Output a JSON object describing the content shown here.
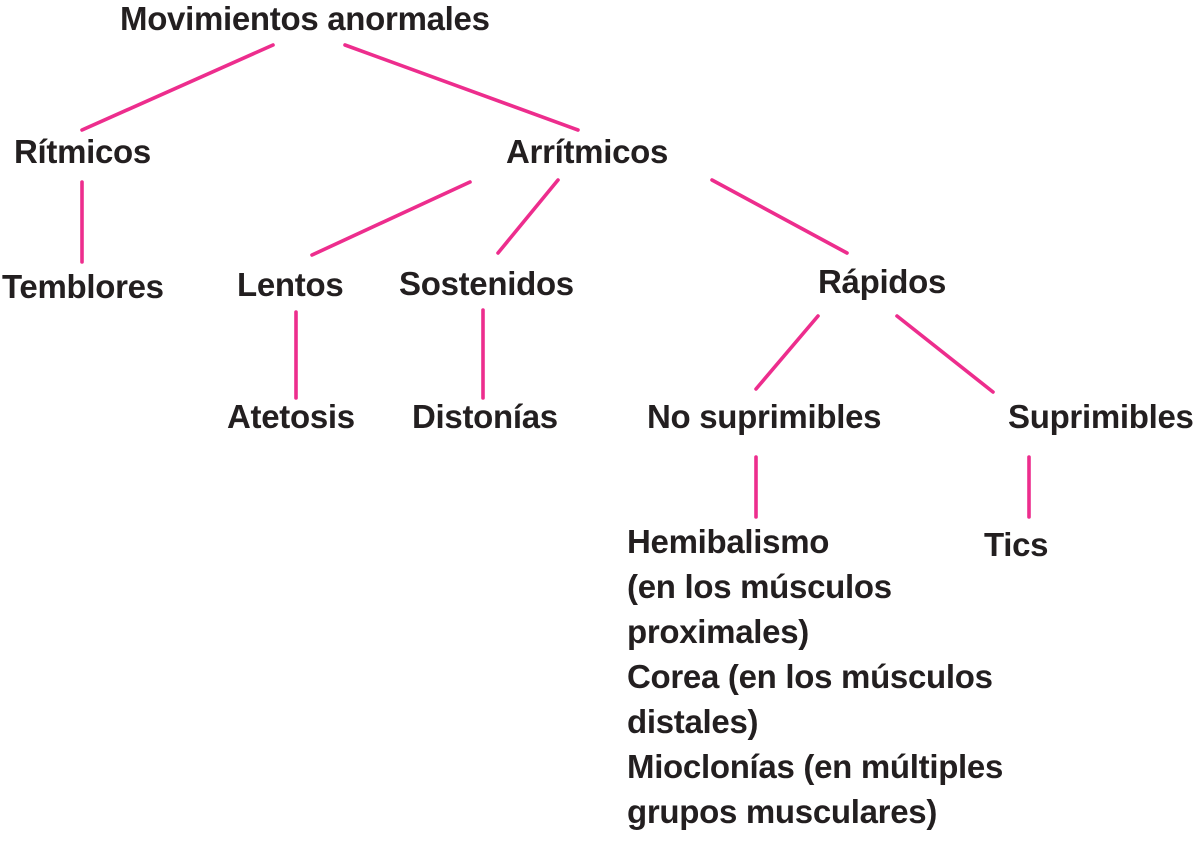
{
  "diagram": {
    "title": "Movimientos anormales",
    "colors": {
      "connector": "#ED2D8D",
      "text": "#231F20",
      "background": "#FFFFFF"
    },
    "nodes": {
      "root": "Movimientos anormales",
      "ritmicos": "Rítmicos",
      "arritmicos": "Arrítmicos",
      "temblores": "Temblores",
      "lentos": "Lentos",
      "sostenidos": "Sostenidos",
      "rapidos": "Rápidos",
      "atetosis": "Atetosis",
      "distonias": "Distonías",
      "no_suprimibles": "No suprimibles",
      "suprimibles": "Suprimibles",
      "no_suprimibles_detail": "Hemibalismo\n(en los músculos\nproximales)\nCorea (en los músculos\ndistales)\nMioclonías (en múltiples\ngrupos musculares)",
      "tics": "Tics"
    },
    "edges": [
      [
        "Movimientos anormales",
        "Rítmicos"
      ],
      [
        "Movimientos anormales",
        "Arrítmicos"
      ],
      [
        "Rítmicos",
        "Temblores"
      ],
      [
        "Arrítmicos",
        "Lentos"
      ],
      [
        "Arrítmicos",
        "Sostenidos"
      ],
      [
        "Arrítmicos",
        "Rápidos"
      ],
      [
        "Lentos",
        "Atetosis"
      ],
      [
        "Sostenidos",
        "Distonías"
      ],
      [
        "Rápidos",
        "No suprimibles"
      ],
      [
        "Rápidos",
        "Suprimibles"
      ],
      [
        "No suprimibles",
        "Hemibalismo (en los músculos proximales), Corea (en los músculos distales), Mioclonías (en múltiples grupos musculares)"
      ],
      [
        "Suprimibles",
        "Tics"
      ]
    ]
  }
}
